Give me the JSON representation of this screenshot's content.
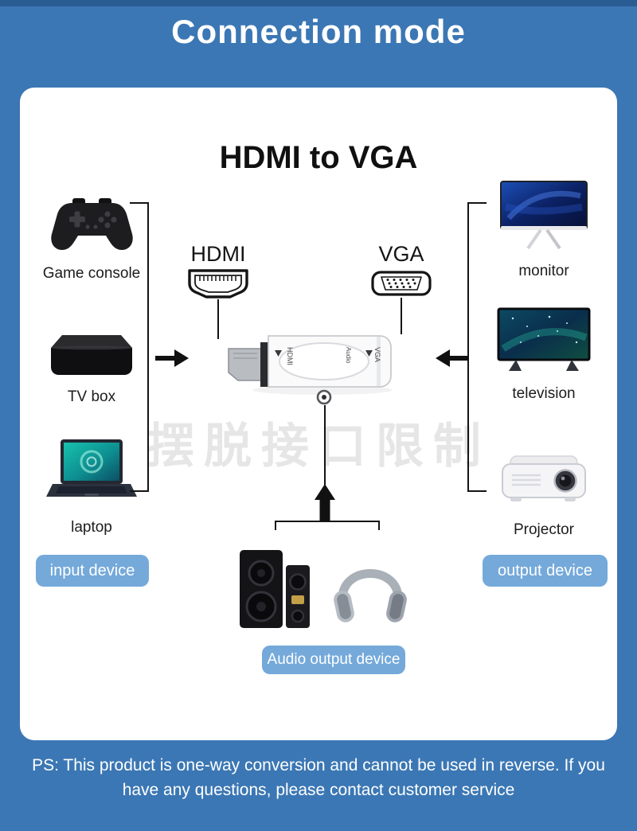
{
  "page": {
    "title": "Connection mode",
    "footer": {
      "line1": "PS: This product is one-way conversion and cannot be used in reverse. If you",
      "line2": "have any questions, please contact customer service"
    }
  },
  "diagram": {
    "title": "HDMI to VGA",
    "watermark": "摆脱接口限制",
    "connectors": {
      "hdmi": "HDMI",
      "vga": "VGA"
    },
    "adapter_labels": {
      "hdmi": "HDMI",
      "vga": "VGA",
      "audio": "Audio"
    }
  },
  "input_devices": [
    {
      "label": "Game console"
    },
    {
      "label": "TV box"
    },
    {
      "label": "laptop"
    }
  ],
  "output_devices": [
    {
      "label": "monitor"
    },
    {
      "label": "television"
    },
    {
      "label": "Projector"
    }
  ],
  "badges": {
    "input": "input device",
    "output": "output device",
    "audio": "Audio output device"
  },
  "colors": {
    "background": "#3b77b4",
    "top_strip": "#2a5c94",
    "badge": "#74a9da",
    "card": "#ffffff",
    "line": "#141414"
  }
}
